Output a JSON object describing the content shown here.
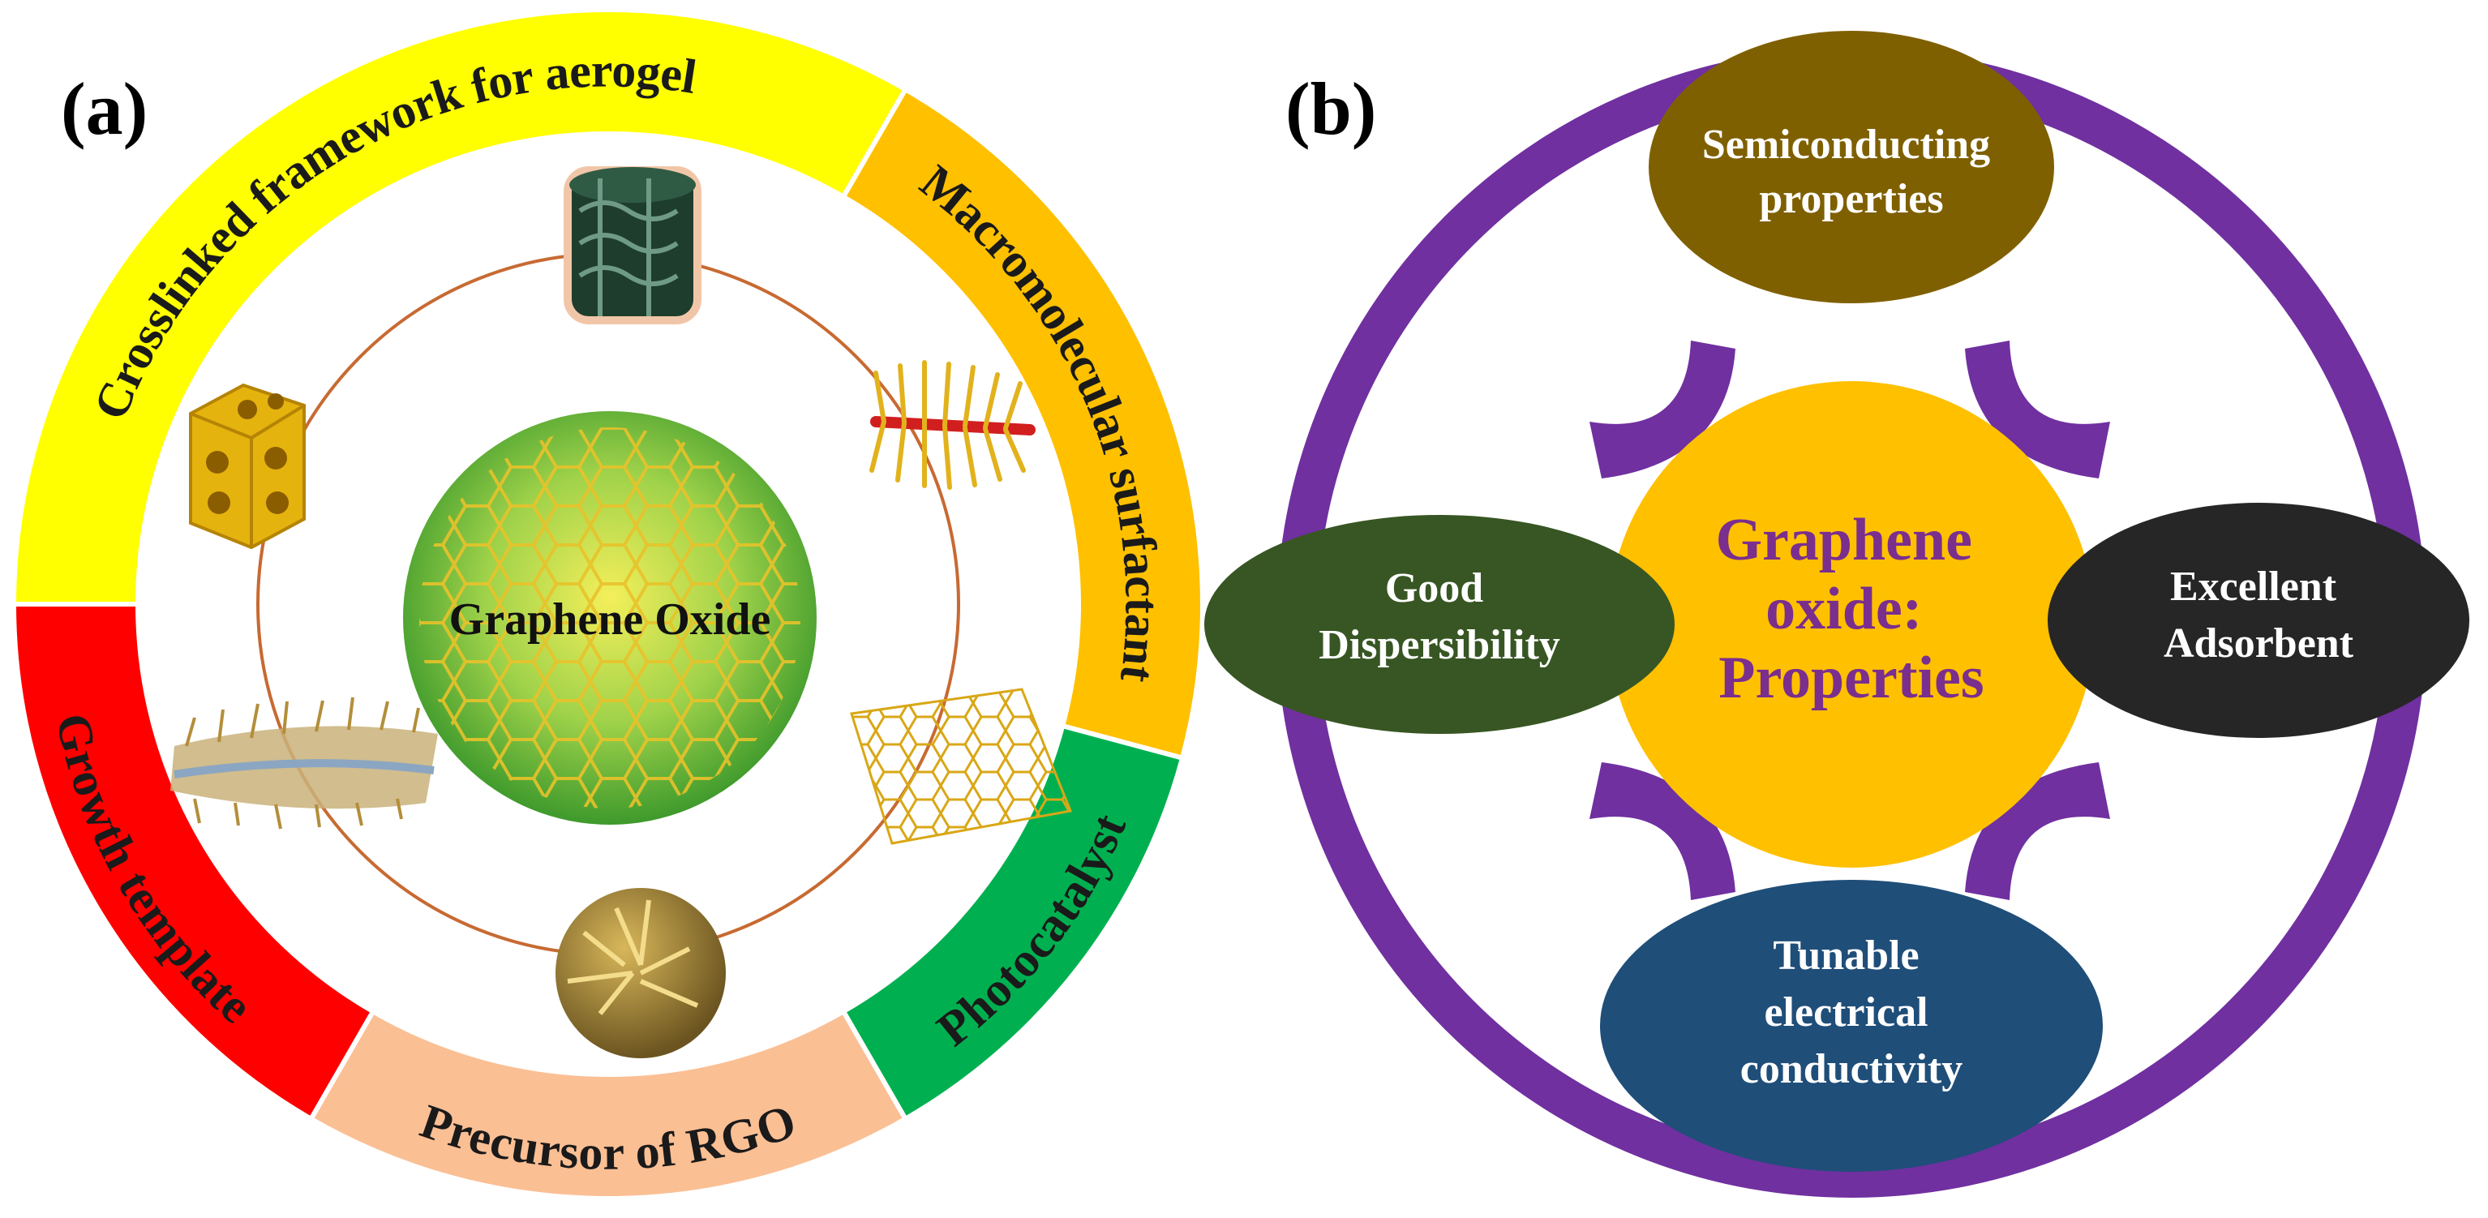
{
  "panel_a": {
    "label": "(a)",
    "center": "Graphene Oxide",
    "segments": [
      {
        "text": "Crosslinked framework for aerogel",
        "color": "#ffff00"
      },
      {
        "text": "Macromolecular surfactant",
        "color": "#ffc000"
      },
      {
        "text": "Photocatalyst",
        "color": "#00b050"
      },
      {
        "text": "Precursor of RGO",
        "color": "#fbbf94"
      },
      {
        "text": "Growth template",
        "color": "#ff0000"
      }
    ]
  },
  "panel_b": {
    "label": "(b)",
    "center_lines": [
      "Graphene",
      "oxide:",
      "Properties"
    ],
    "nodes": {
      "top": {
        "lines": [
          "Semiconducting",
          "properties"
        ],
        "color": "#7f6000"
      },
      "left": {
        "lines": [
          "Good",
          "Dispersibility"
        ],
        "color": "#375623"
      },
      "right": {
        "lines": [
          "Excellent",
          "Adsorbent"
        ],
        "color": "#262626"
      },
      "bottom": {
        "lines": [
          "Tunable",
          "electrical",
          "conductivity"
        ],
        "color": "#1f4e79"
      }
    },
    "ring_color": "#7030a0",
    "center_color": "#ffc000"
  }
}
